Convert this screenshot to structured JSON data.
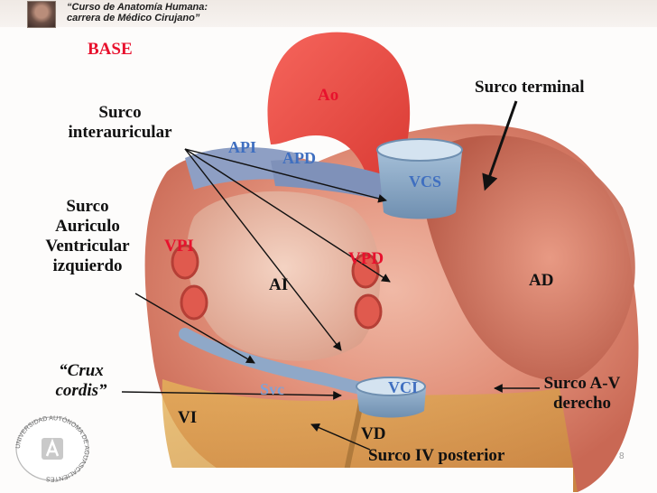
{
  "header": {
    "line1": "“Curso de Anatomía Humana:",
    "line2": "carrera de Médico Cirujano”"
  },
  "labels": {
    "base": "BASE",
    "ao": "Ao",
    "api": "API",
    "apd": "APD",
    "vcs": "VCS",
    "vpi": "VPI",
    "vpd": "VPD",
    "ai": "AI",
    "ad": "AD",
    "svc": "Svc",
    "vci": "VCI",
    "vi": "VI",
    "vd": "VD",
    "surco_terminal": "Surco terminal",
    "surco_interauricular_1": "Surco",
    "surco_interauricular_2": "interauricular",
    "surco_av_izq_1": "Surco",
    "surco_av_izq_2": "Auriculo",
    "surco_av_izq_3": "Ventricular",
    "surco_av_izq_4": "izquierdo",
    "crux_1": "“Crux",
    "crux_2": "cordis”",
    "surco_av_der_1": "Surco A-V",
    "surco_av_der_2": "derecho",
    "surco_iv_posterior": "Surco IV posterior"
  },
  "logo": {
    "ring_text": "UNIVERSIDAD AUTÓNOMA DE AGUASCALIENTES"
  },
  "slide_number": "8",
  "colors": {
    "label_red": "#e8112d",
    "label_blue": "#3f6fc0",
    "label_black": "#111111"
  }
}
